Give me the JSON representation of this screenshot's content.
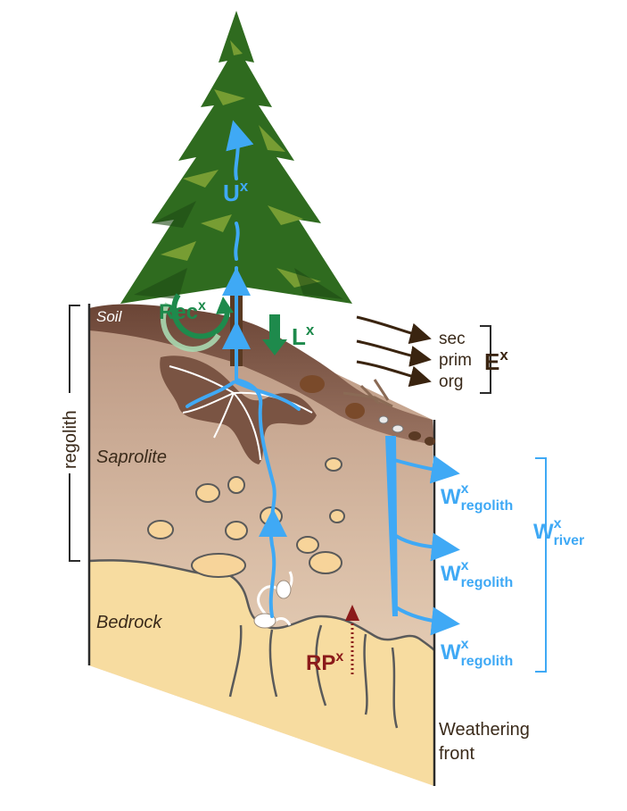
{
  "layers": {
    "soil": "Soil",
    "saprolite": "Saprolite",
    "bedrock": "Bedrock",
    "regolith": "regolith",
    "weathering_front_line1": "Weathering",
    "weathering_front_line2": "front"
  },
  "fluxes": {
    "uptake": {
      "base": "U",
      "sup": "x"
    },
    "recycling": {
      "base": "Rec",
      "sup": "x"
    },
    "litter": {
      "base": "L",
      "sup": "x"
    },
    "erosion": {
      "base": "E",
      "sup": "x",
      "components": [
        "sec",
        "prim",
        "org"
      ]
    },
    "rock_production": {
      "base": "RP",
      "sup": "x"
    },
    "regolith_weathering": {
      "base": "W",
      "sup": "x",
      "sub": "regolith"
    },
    "river": {
      "base": "W",
      "sup": "x",
      "sub": "river"
    }
  },
  "colors": {
    "water_blue": "#3fa9f5",
    "tree_green": "#2f6b1f",
    "recycle_green": "#1e8a4c",
    "soil_brown": "#7a5443",
    "saprolite_tan": "#d9b99b",
    "bedrock_yellow": "#f7dca0",
    "rp_red": "#8b1a1a",
    "erosion_brown": "#3a2410"
  }
}
